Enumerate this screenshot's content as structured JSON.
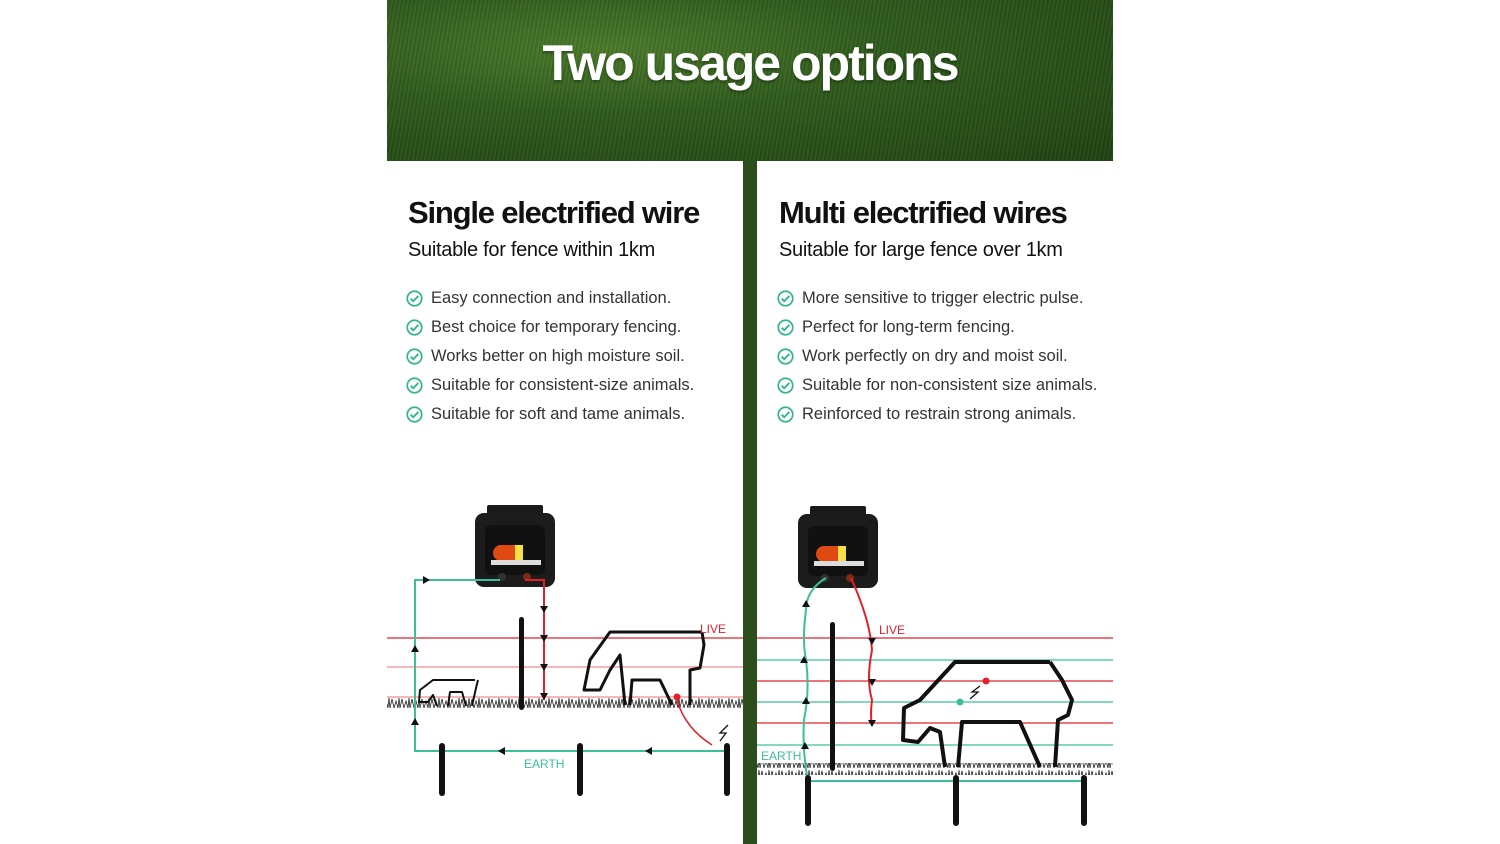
{
  "header": {
    "title": "Two usage options"
  },
  "options": [
    {
      "title": "Single electrified wire",
      "subtitle": "Suitable for fence within 1km",
      "features": [
        "Easy connection and installation.",
        "Best choice for temporary fencing.",
        "Works better on high moisture soil.",
        "Suitable for consistent-size animals.",
        "Suitable for soft and tame animals."
      ],
      "diagram": {
        "live_label": "LIVE",
        "earth_label": "EARTH"
      }
    },
    {
      "title": "Multi electrified wires",
      "subtitle": "Suitable for large fence over 1km",
      "features": [
        "More sensitive to trigger electric pulse.",
        "Perfect for long-term fencing.",
        "Work perfectly on dry and moist soil.",
        "Suitable for non-consistent size animals.",
        "Reinforced to restrain strong animals."
      ],
      "diagram": {
        "live_label": "LIVE",
        "earth_label": "EARTH"
      }
    }
  ],
  "colors": {
    "live": "#e0202a",
    "earth": "#3cbf98",
    "check": "#2fb58c",
    "grass_dark": "#2c4d1c"
  }
}
